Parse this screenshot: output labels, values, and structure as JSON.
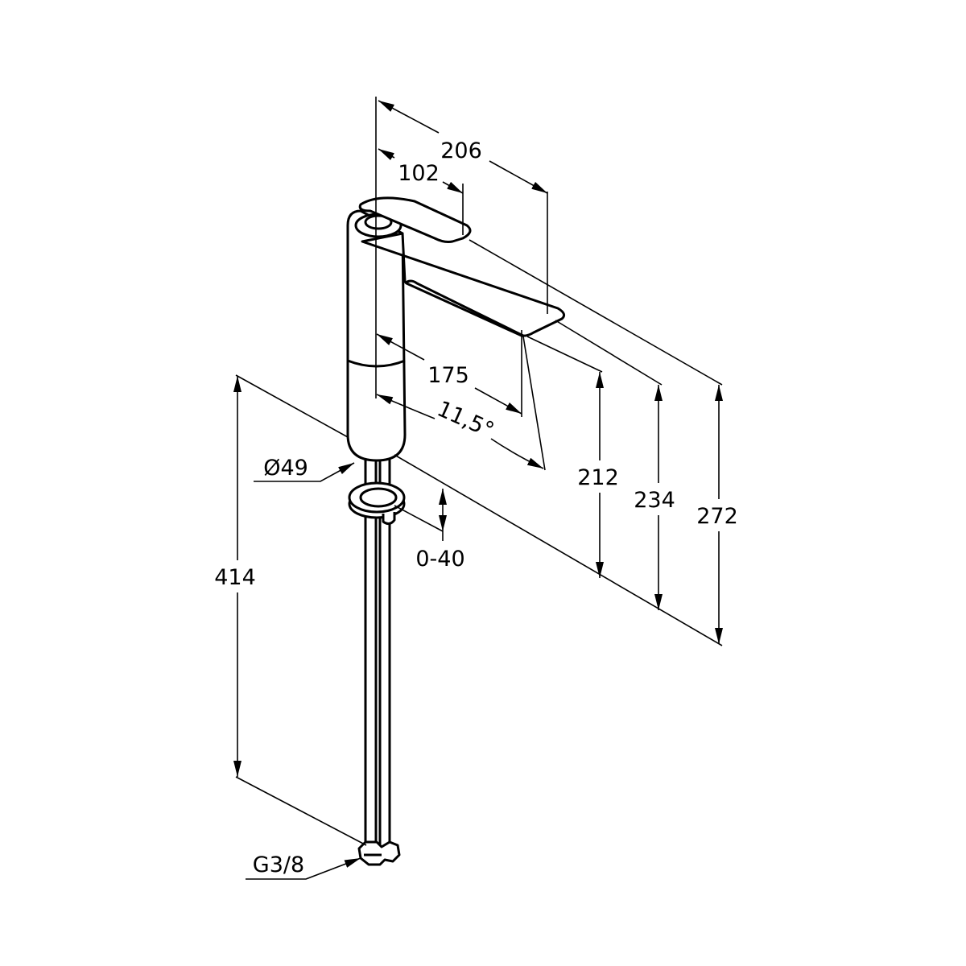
{
  "drawing": {
    "dimensions": {
      "spout_reach_total": "206",
      "lever_reach": "102",
      "spout_reach": "175",
      "spout_angle": "11,5°",
      "outlet_height": "212",
      "spout_height": "234",
      "total_height": "272",
      "body_diameter": "Ø49",
      "body_diameter_symbol": "Ø",
      "body_diameter_value": "49",
      "hose_length": "414",
      "deck_thickness": "0-40",
      "connection_thread": "G3/8"
    },
    "line_color": "#000000",
    "background_color": "#ffffff"
  }
}
